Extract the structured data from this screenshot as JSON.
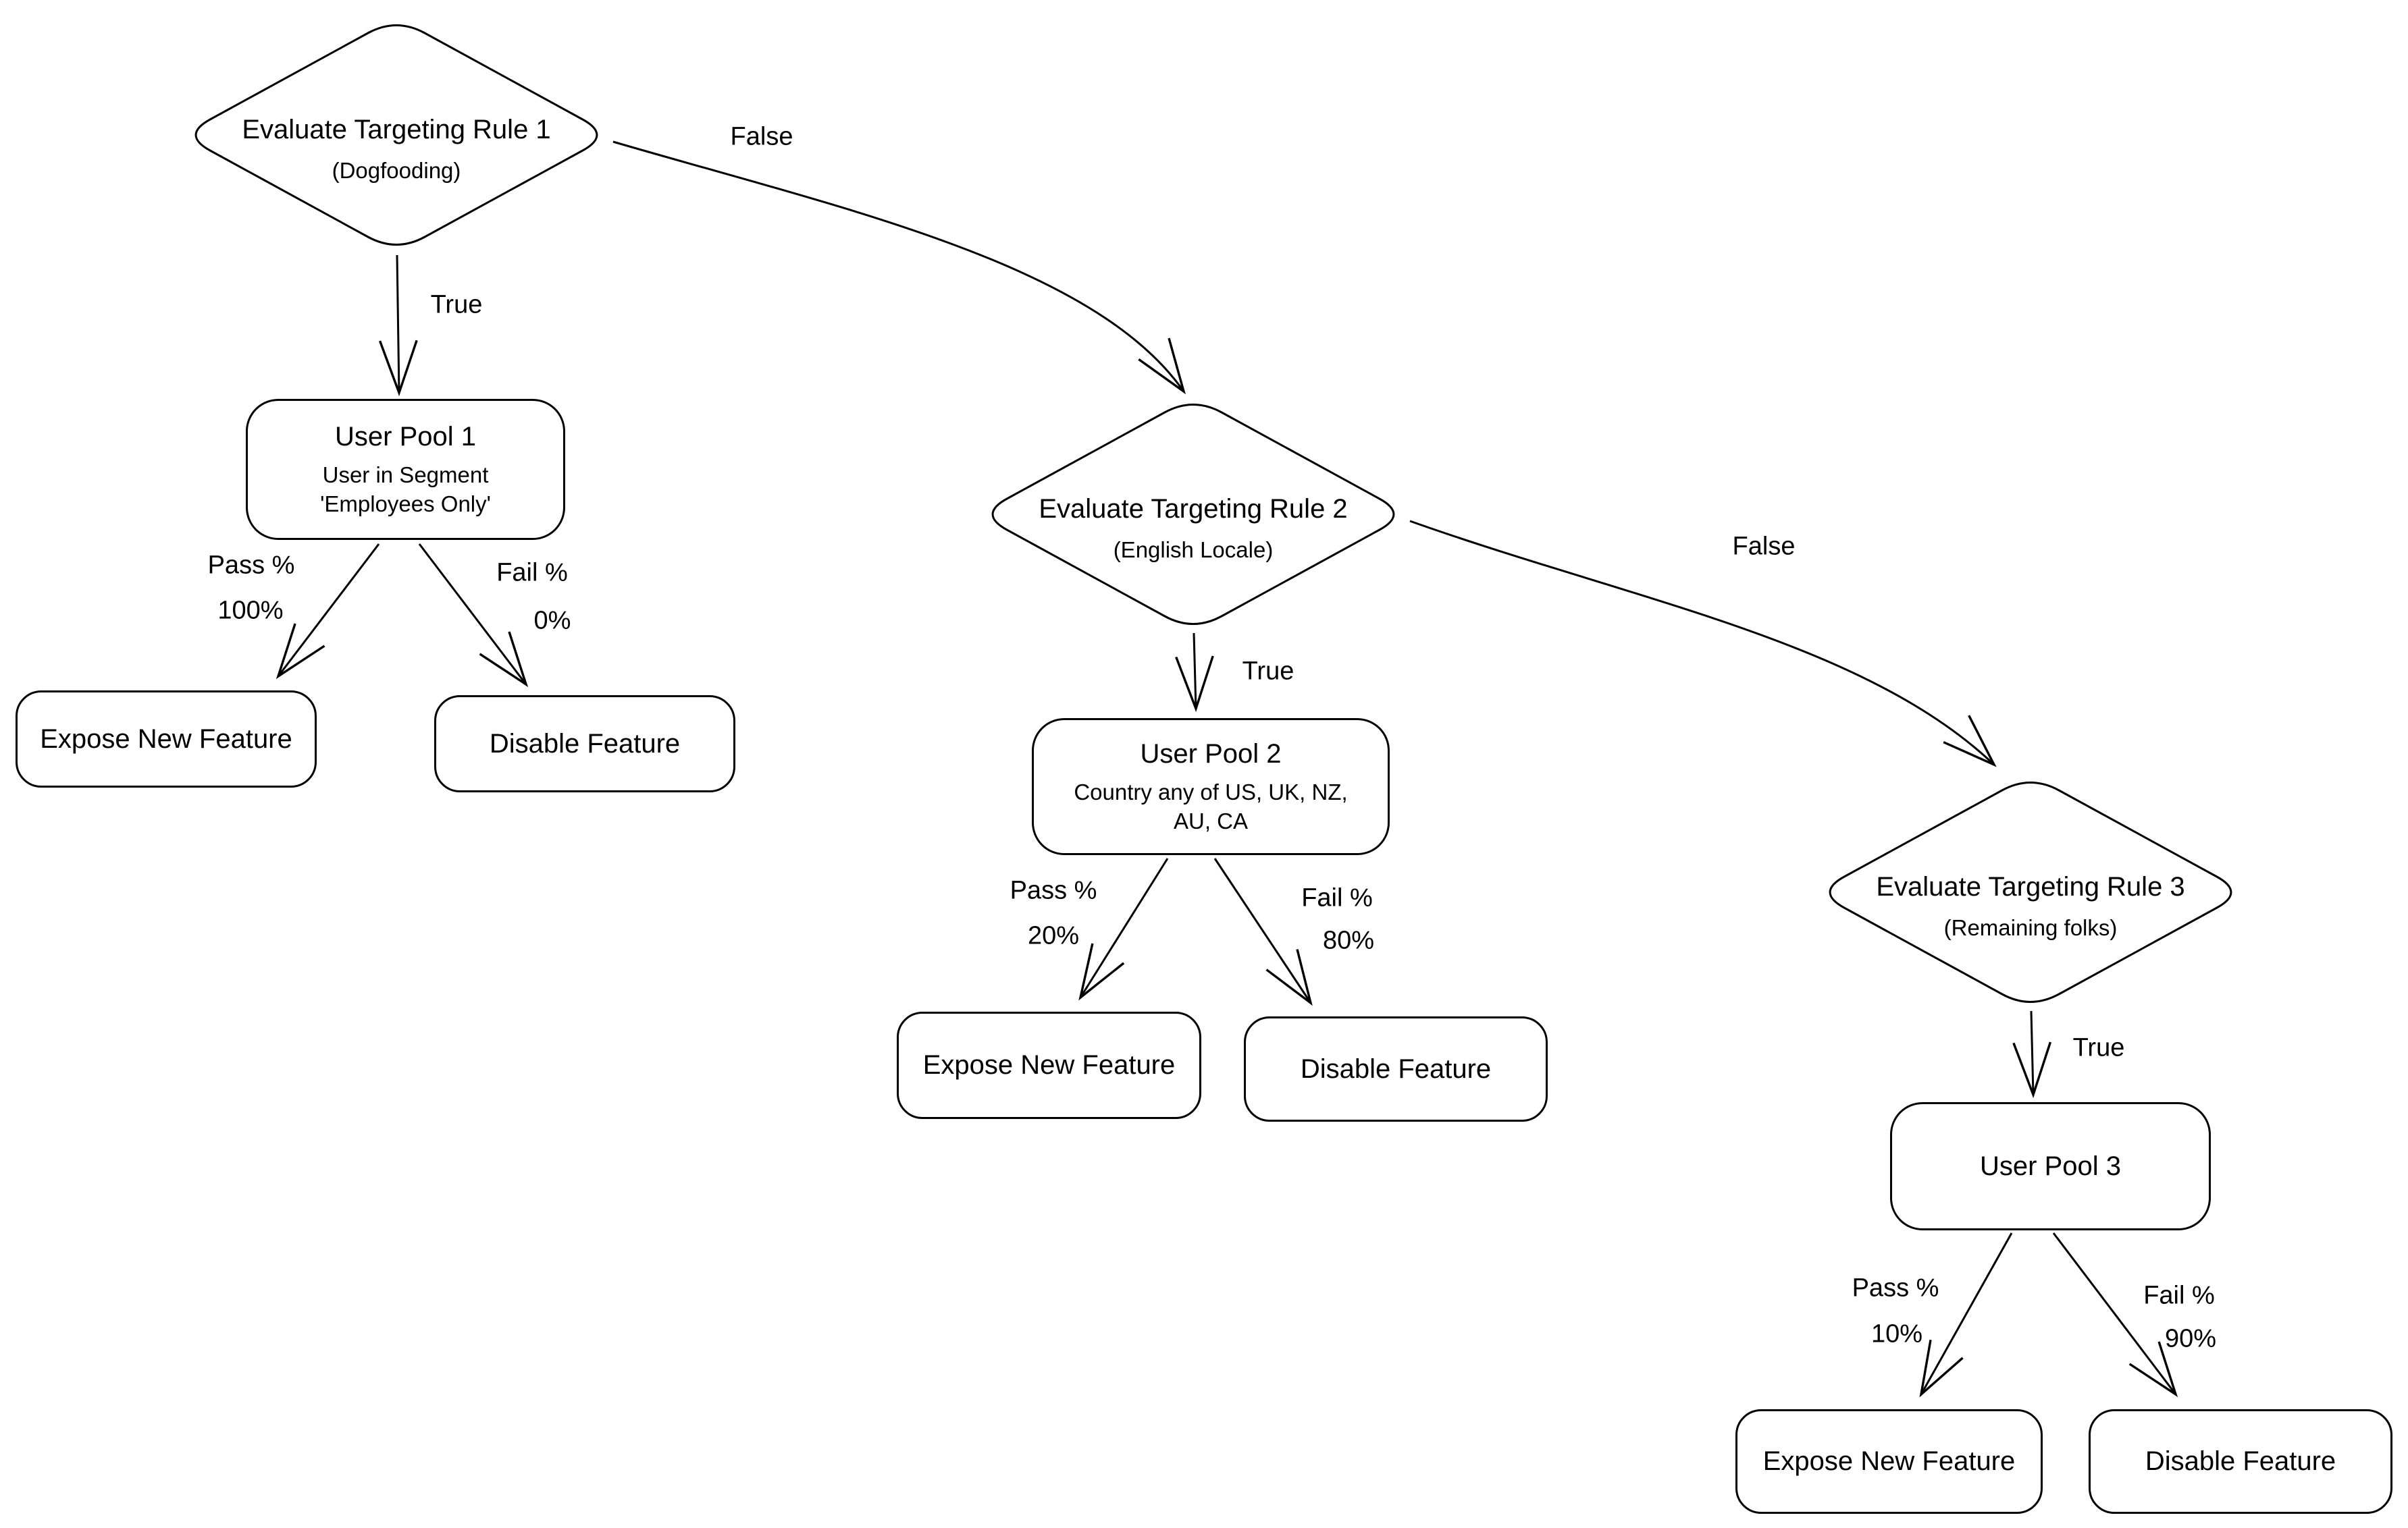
{
  "diagram": {
    "colors": {
      "line": "#000000",
      "background": "#ffffff"
    },
    "rule1": {
      "title": "Evaluate Targeting Rule 1",
      "subtitle": "(Dogfooding)"
    },
    "rule2": {
      "title": "Evaluate Targeting Rule 2",
      "subtitle": "(English Locale)"
    },
    "rule3": {
      "title": "Evaluate Targeting Rule 3",
      "subtitle": "(Remaining folks)"
    },
    "pool1": {
      "title": "User Pool 1",
      "subtitle": "User in Segment 'Employees Only'"
    },
    "pool2": {
      "title": "User Pool 2",
      "subtitle": "Country any of US, UK, NZ, AU, CA"
    },
    "pool3": {
      "title": "User Pool 3"
    },
    "outcomes": {
      "expose1": "Expose New Feature",
      "disable1": "Disable Feature",
      "expose2": "Expose New Feature",
      "disable2": "Disable Feature",
      "expose3": "Expose New Feature",
      "disable3": "Disable Feature"
    },
    "edges": {
      "true1": "True",
      "false1": "False",
      "pass1_label": "Pass %",
      "pass1_value": "100%",
      "fail1_label": "Fail %",
      "fail1_value": "0%",
      "true2": "True",
      "false2": "False",
      "pass2_label": "Pass %",
      "pass2_value": "20%",
      "fail2_label": "Fail %",
      "fail2_value": "80%",
      "true3": "True",
      "pass3_label": "Pass %",
      "pass3_value": "10%",
      "fail3_label": "Fail %",
      "fail3_value": "90%"
    }
  }
}
